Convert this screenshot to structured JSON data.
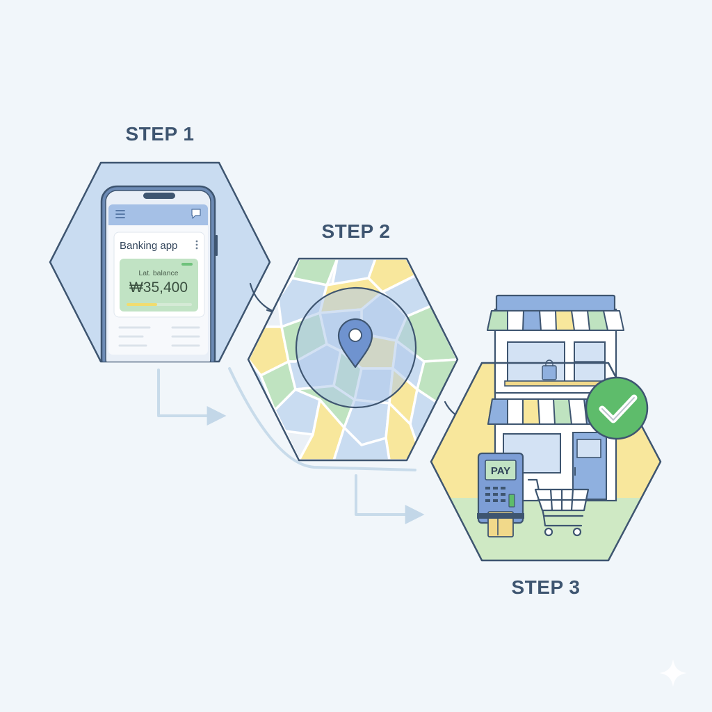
{
  "steps": [
    {
      "label": "STEP 1",
      "scene": "banking-app"
    },
    {
      "label": "STEP 2",
      "scene": "map-location"
    },
    {
      "label": "STEP 3",
      "scene": "store-payment"
    }
  ],
  "banking_app": {
    "title": "Banking app",
    "balance_label": "Lat. balance",
    "balance_amount": "₩35,400"
  },
  "store": {
    "pay_label": "PAY"
  },
  "icons": [
    "menu-icon",
    "chat-icon",
    "more-vert-icon",
    "map-pin-icon",
    "shopping-bag-icon",
    "checkmark-icon",
    "shopping-cart-icon",
    "sparkle-icon"
  ],
  "colors": {
    "background": "#f1f6fa",
    "outline": "#3e5570",
    "blue_fill": "#c6d9f0",
    "green_fill": "#bfe3c0",
    "yellow_fill": "#f8e79c",
    "check_green": "#5ebc6b",
    "connector": "#c3d7e8"
  }
}
